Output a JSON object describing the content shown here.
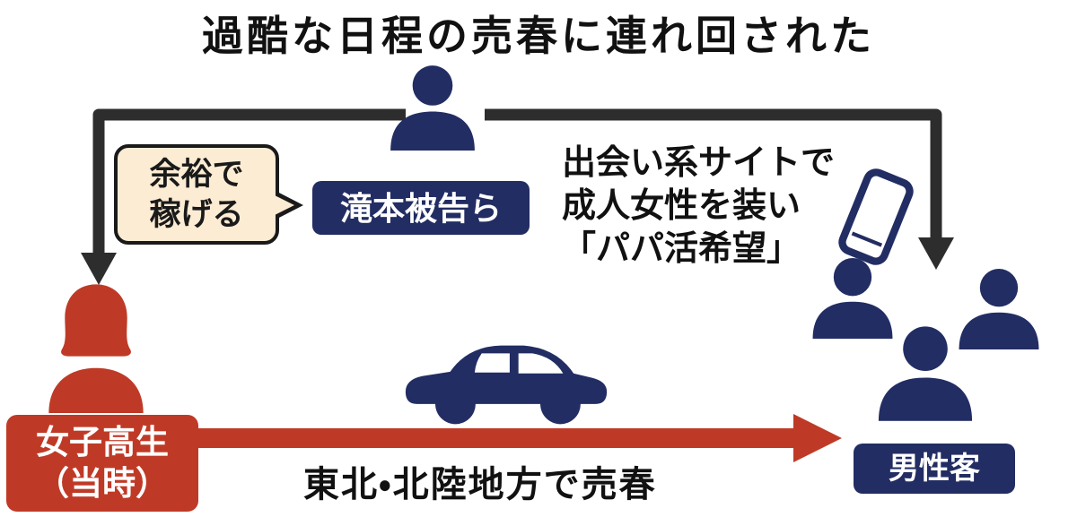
{
  "title": "過酷な日程の売春に連れ回された",
  "broker": {
    "label": "滝本被告ら"
  },
  "speech_bubble": {
    "lines": [
      "余裕で",
      "稼げる"
    ]
  },
  "recruit": {
    "lines": [
      "出会い系サイトで",
      "成人女性を装い",
      "「パパ活希望」"
    ]
  },
  "girl": {
    "label_lines": [
      "女子高生",
      "（当時）"
    ]
  },
  "customers": {
    "label": "男性客"
  },
  "route": {
    "caption": "東北・北陸地方で売春"
  },
  "icons": {
    "broker": "person-silhouette",
    "girl": "girl-silhouette",
    "customers": "person-silhouette-x3",
    "vehicle": "car",
    "device": "smartphone"
  },
  "colors": {
    "navy": "#222d63",
    "red": "#bf3a26",
    "arrow_dark": "#2d2d2d",
    "bubble_fill": "#fcecd4",
    "text": "#111111",
    "background": "#ffffff"
  }
}
